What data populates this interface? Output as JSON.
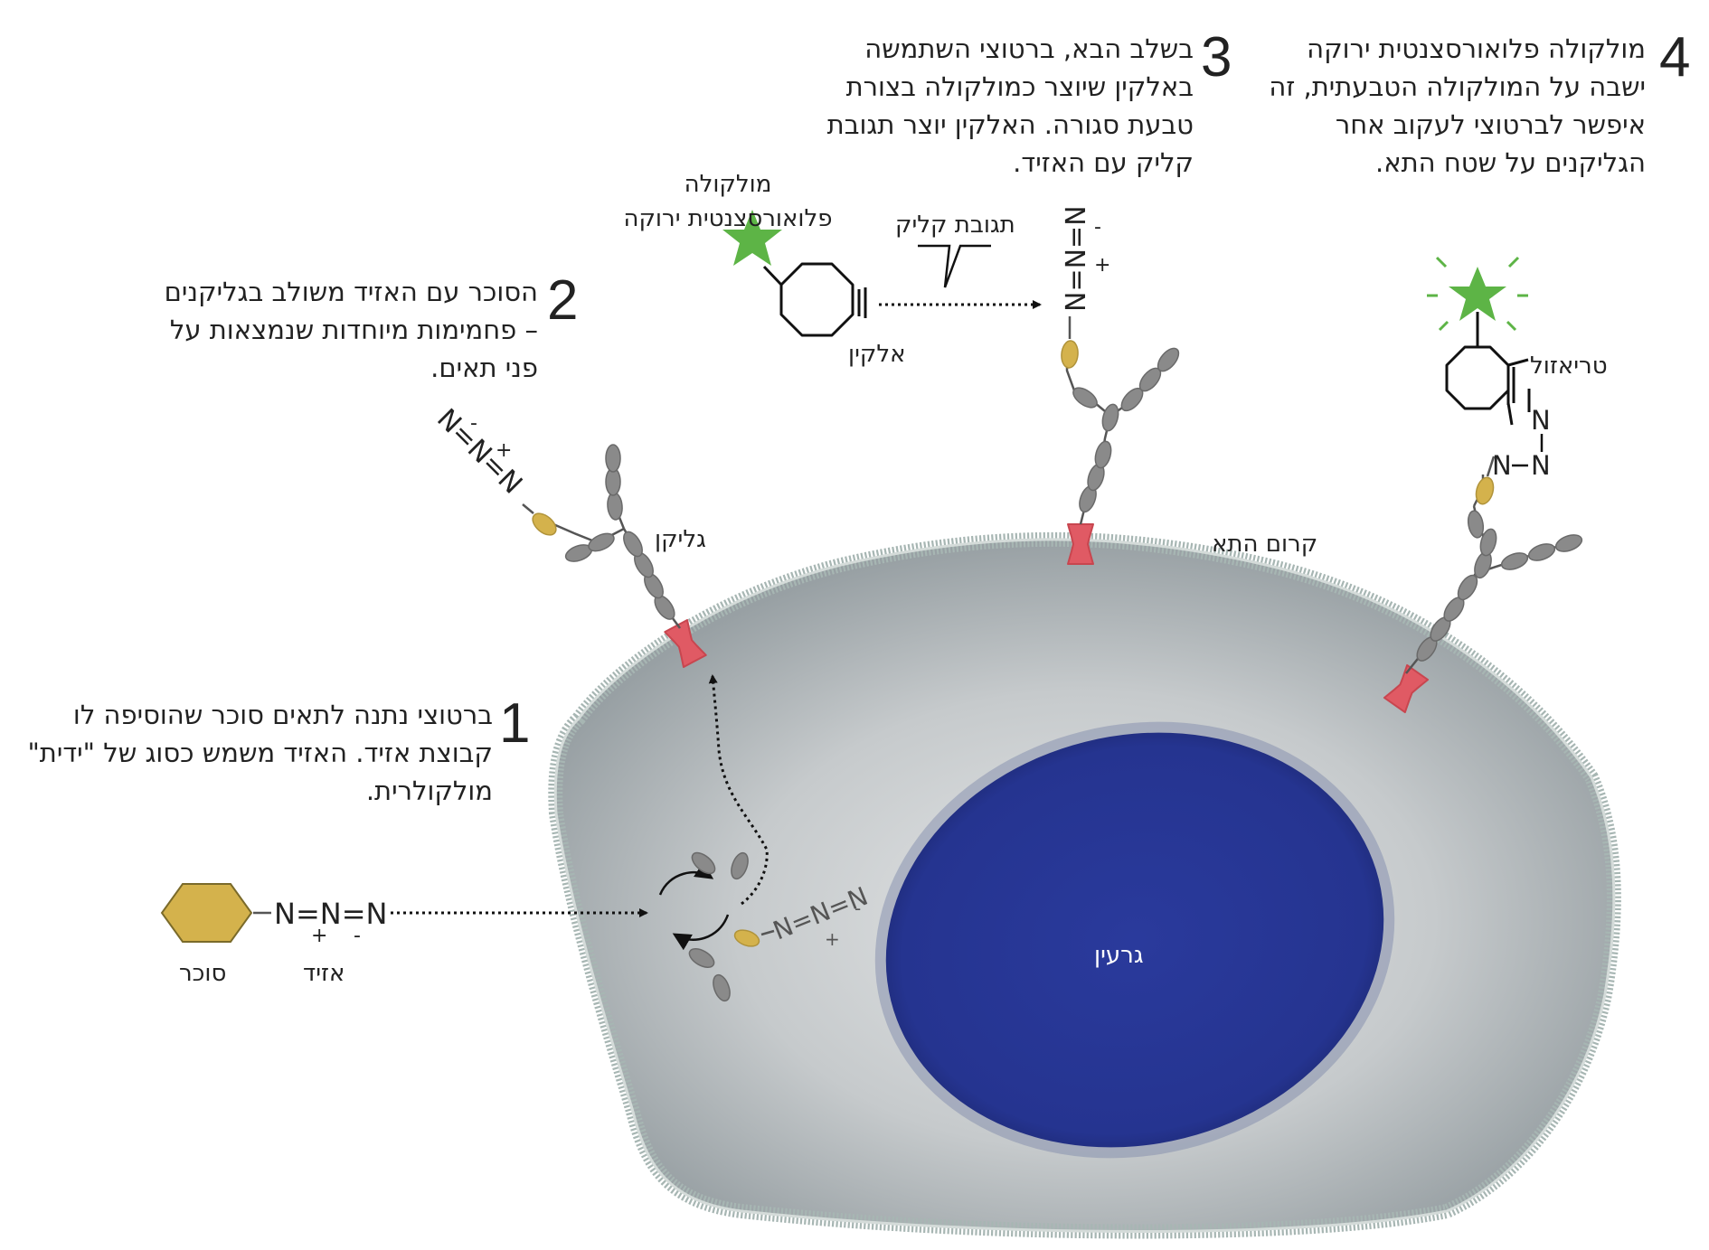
{
  "steps": [
    {
      "number": "1",
      "text": "ברטוצי נתנה לתאים סוכר שהוסיפה לו קבוצת אזיד. האזיד משמש כסוג של \"ידית\" מולקולרית."
    },
    {
      "number": "2",
      "text": "הסוכר עם האזיד משולב בגליקנים – פחמימות מיוחדות שנמצאות על פני תאים."
    },
    {
      "number": "3",
      "text": "בשלב הבא, ברטוצי השתמשה באלקין שיוצר כמולקולה בצורת טבעת סגורה. האלקין יוצר תגובת קליק עם האזיד."
    },
    {
      "number": "4",
      "text": "מולקולה פלואורסצנטית ירוקה ישבה על המולקולה הטבעתית, זה איפשר לברטוצי לעקוב אחר הגליקנים על שטח התא."
    }
  ],
  "labels": {
    "sugar": "סוכר",
    "azide": "אזיד",
    "glycan": "גליקן",
    "membrane": "קרום התא",
    "nucleus": "גרעין",
    "fluorescent": "מולקולה פלואורסצנטית ירוקה",
    "alkyne": "אלקין",
    "click": "תגובת קליק",
    "triazole": "טריאזול"
  },
  "chem": {
    "azide_formula": "N=N=N",
    "plus": "+",
    "minus": "-",
    "n": "N"
  },
  "colors": {
    "sugar": "#d4b24c",
    "glycan": "#8a8a8a",
    "protein": "#e05a64",
    "nucleus": "#23318c",
    "star": "#5db446",
    "membrane": "#a8b8b4",
    "cytoplasm": "#b4b9bb"
  }
}
